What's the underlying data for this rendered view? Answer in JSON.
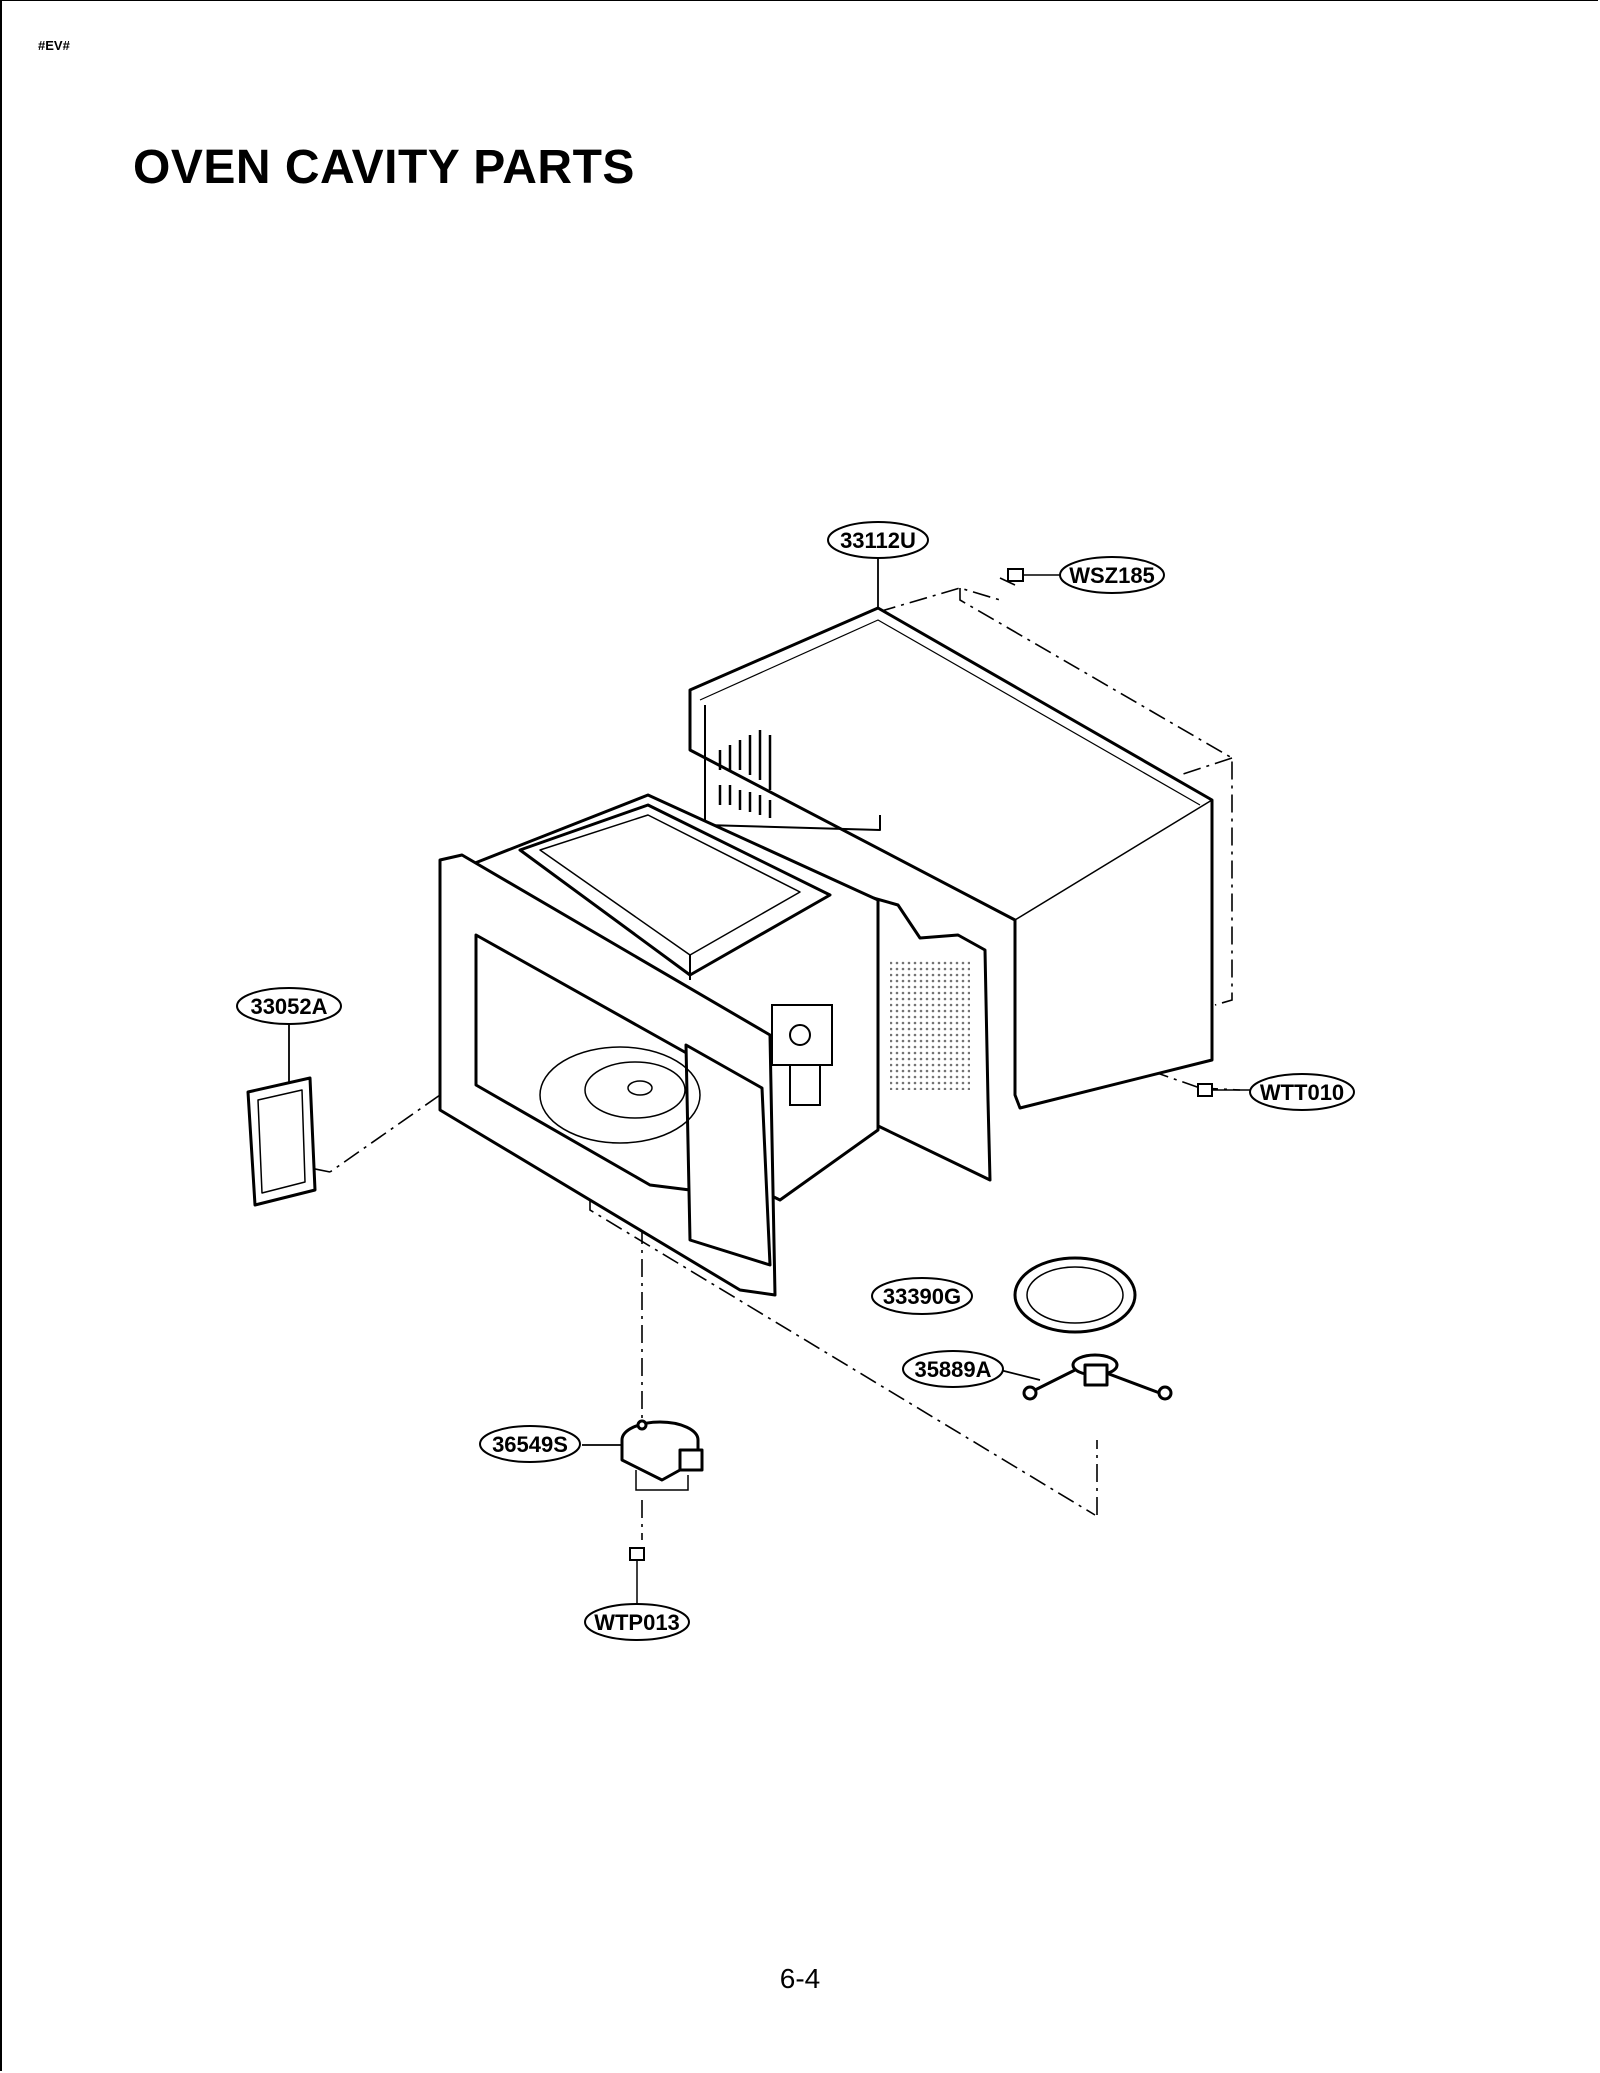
{
  "header_code": "#EV#",
  "title": "OVEN CAVITY PARTS",
  "page_number": "6-4",
  "parts": {
    "p33112U": "33112U",
    "pWSZ185": "WSZ185",
    "p33052A": "33052A",
    "pWTT010": "WTT010",
    "p33390G": "33390G",
    "p35889A": "35889A",
    "p36549S": "36549S",
    "pWTP013": "WTP013"
  }
}
